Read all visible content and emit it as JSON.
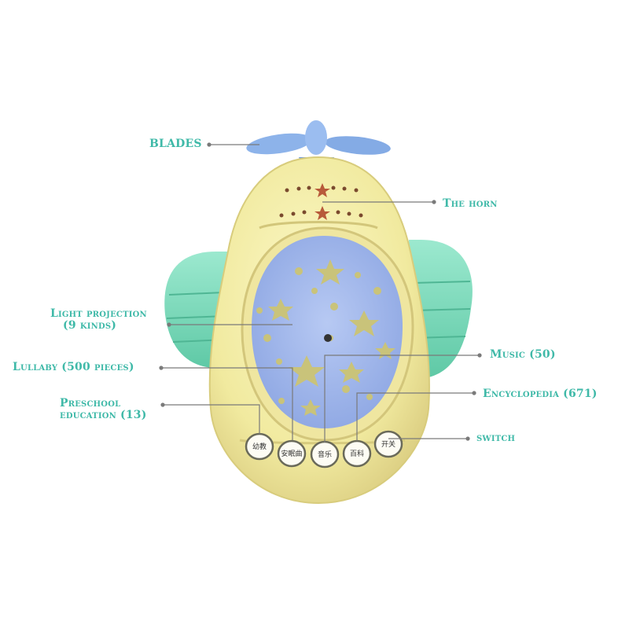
{
  "labels": {
    "blades": "BLADES",
    "horn": "The horn",
    "light_projection_1": "Light projection",
    "light_projection_2": "(9 kinds)",
    "lullaby": "Lullaby (500 pieces)",
    "preschool_1": "Preschool",
    "preschool_2": "education (13)",
    "music": "Music (50)",
    "encyclopedia": "Encyclopedia (671)",
    "switch": "switch"
  },
  "buttons": [
    {
      "text": "幼教"
    },
    {
      "text": "安眠曲"
    },
    {
      "text": "音乐"
    },
    {
      "text": "百科"
    },
    {
      "text": "开关"
    }
  ],
  "colors": {
    "label": "#3fb9a8",
    "leader": "#7a7a7a",
    "body": "#f4eeab",
    "body_shadow": "#e3d98a",
    "projection": "#a9bfee",
    "star": "#c9c37a",
    "wings": "#7fdcc0",
    "blades": "#8db3ea"
  }
}
